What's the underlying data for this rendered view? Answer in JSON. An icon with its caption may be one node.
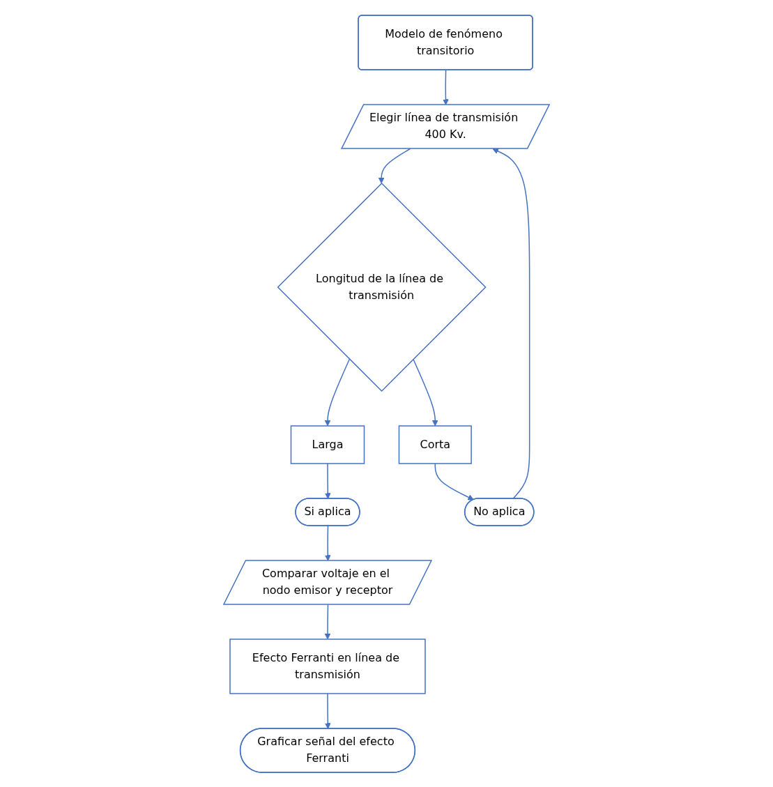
{
  "diagram": {
    "nodes": [
      {
        "text": [
          "Modelo de fenómeno transitorio"
        ]
      },
      {
        "text": [
          "Elegir línea de transmisión 400 Kv."
        ]
      },
      {
        "text": [
          "Longitud de la línea de transmisión"
        ]
      },
      {
        "text": [
          "Larga"
        ]
      },
      {
        "text": [
          "Corta"
        ]
      },
      {
        "text": [
          "Si aplica"
        ]
      },
      {
        "text": [
          "No aplica"
        ]
      },
      {
        "text": [
          "Comparar voltaje en el nodo emisor y receptor"
        ]
      },
      {
        "text": [
          "Efecto Ferranti en línea de transmisión"
        ]
      },
      {
        "text": [
          "Graficar señal del efecto Ferranti"
        ]
      }
    ],
    "edges": [
      {
        "from": 0,
        "to": 1,
        "arrow": "to"
      },
      {
        "from": 1,
        "to": 2,
        "arrow": "to"
      },
      {
        "from": 2,
        "to": 3,
        "arrow": "to"
      },
      {
        "from": 2,
        "to": 4,
        "arrow": "to"
      },
      {
        "from": 3,
        "to": 5,
        "arrow": "to"
      },
      {
        "from": 4,
        "to": 6,
        "arrow": "to"
      },
      {
        "from": 6,
        "to": 1,
        "arrow": "to"
      },
      {
        "from": 5,
        "to": 7,
        "arrow": "to"
      },
      {
        "from": 7,
        "to": 8,
        "arrow": "to"
      },
      {
        "from": 8,
        "to": 9,
        "arrow": "to"
      }
    ]
  }
}
